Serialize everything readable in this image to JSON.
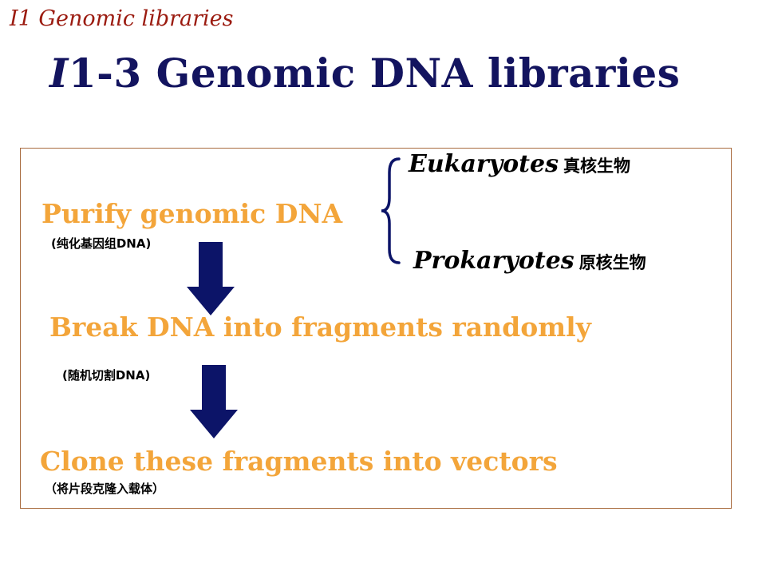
{
  "slide": {
    "section_label": "I1 Genomic libraries",
    "title_prefix": "I",
    "title_rest": "1-3  Genomic DNA libraries"
  },
  "steps": [
    {
      "label": "Purify genomic DNA",
      "note": "(纯化基因组DNA)"
    },
    {
      "label": "Break DNA into fragments randomly",
      "note": "(随机切割DNA)"
    },
    {
      "label": "Clone these fragments into vectors",
      "note": "（将片段克隆入载体）"
    }
  ],
  "organisms": [
    {
      "name": "Eukaryotes",
      "chinese": "真核生物"
    },
    {
      "name": "Prokaryotes",
      "chinese": "原核生物"
    }
  ],
  "colors": {
    "title": "#13145f",
    "section_label": "#9b1b10",
    "step_text": "#f3a53a",
    "arrow": "#0c1468",
    "box_border": "#a86b3e"
  },
  "icons": {
    "arrow": "down-arrow-icon",
    "brace": "curly-brace-icon"
  }
}
